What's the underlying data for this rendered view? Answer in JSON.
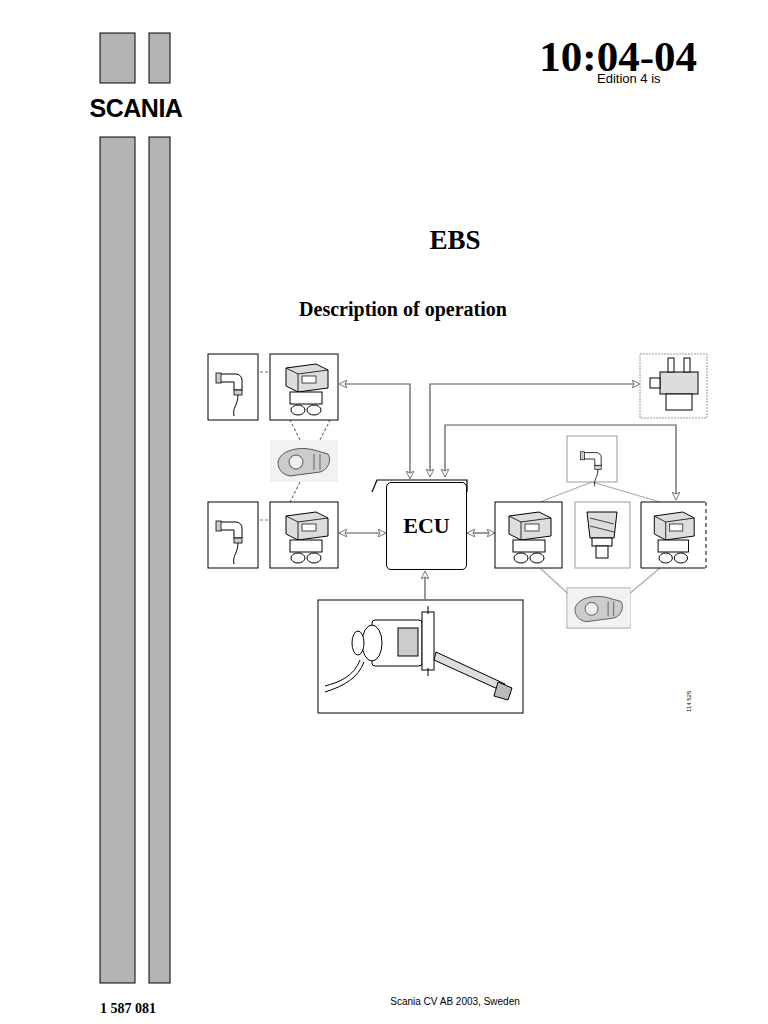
{
  "diagram": {
    "title": "EBS",
    "nodes": [
      {
        "text": [
          "ECU"
        ]
      }
    ],
    "labels": [
      "SCANIA",
      "10:04-04",
      "Edition 4 is",
      "Description of operation",
      "114 525",
      "1 587 081",
      "Scania CV AB 2003, Sweden"
    ]
  }
}
